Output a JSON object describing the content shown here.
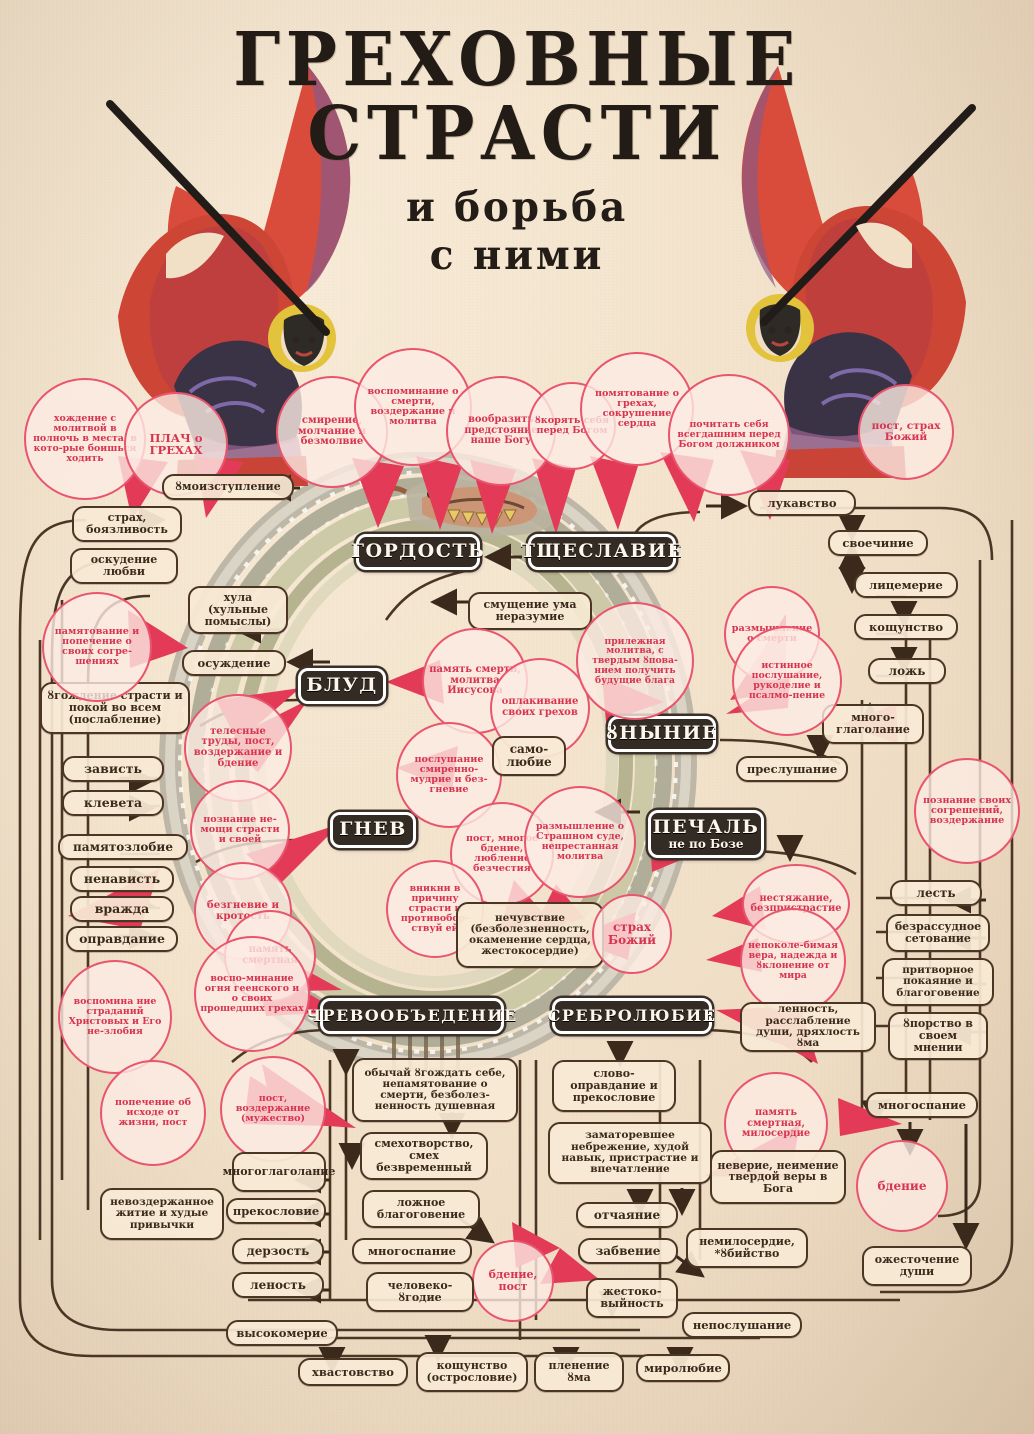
{
  "poster": {
    "title_line1": "ГРЕХОВНЫЕ",
    "title_line2": "СТРАСТИ",
    "title_line3": "и борьба",
    "title_line4": "с ними",
    "accent_red": "#d7344f",
    "wedge_red": "#e23a57",
    "ink_brown": "#4b3524",
    "paper": "#f3e3cc",
    "plaque_dark": "#332b24"
  },
  "chief_passions": [
    {
      "id": "gordost",
      "label": "ГОРДОСТЬ"
    },
    {
      "id": "tshcheslavie",
      "label": "ТЩЕСЛАВИЕ"
    },
    {
      "id": "blud",
      "label": "БЛУД"
    },
    {
      "id": "uninie",
      "label": "ȣНЫНИЕ"
    },
    {
      "id": "gnev",
      "label": "ГНЕВ"
    },
    {
      "id": "pechal",
      "label": "ПЕЧАЛЬ",
      "sub": "не по Бозе"
    },
    {
      "id": "chrevo",
      "label": "ЧРЕВООБЪЕДЕНИЕ"
    },
    {
      "id": "srebro",
      "label": "СРЕБРОЛЮБИЕ"
    }
  ],
  "remedies_top": [
    {
      "id": "r1",
      "text": "хождение с молитвой в полночь в места, в кото-рые боишься ходить"
    },
    {
      "id": "r2",
      "text": "ПЛАЧ о ГРЕХАХ"
    },
    {
      "id": "r3",
      "text": "смирение, молчание и безмолвие"
    },
    {
      "id": "r4",
      "text": "воспоминание о смерти, воздержание и молитва"
    },
    {
      "id": "r5",
      "text": "вообразить предстояние наше Богу"
    },
    {
      "id": "r6",
      "text": "ȣкорять себя перед Богом"
    },
    {
      "id": "r7",
      "text": "помятование о грехах, сокрушение сердца"
    },
    {
      "id": "r8",
      "text": "почитать себя всегдашним перед Богом должником"
    },
    {
      "id": "r9",
      "text": "пост, страх Божий"
    }
  ],
  "remedies_left": [
    {
      "id": "rl1",
      "text": "памятование и попечение о своих согре-шениях"
    },
    {
      "id": "rl2",
      "text": "телесные труды, пост, воздержание и бдение"
    },
    {
      "id": "rl3",
      "text": "познание не-мощи страсти и своей"
    },
    {
      "id": "rl4",
      "text": "безгневие и кротость"
    },
    {
      "id": "rl5",
      "text": "память смертная"
    },
    {
      "id": "rl6",
      "text": "воспо-минание огня геенского и о своих прошедших грехах"
    },
    {
      "id": "rl7",
      "text": "воспомина ние страданий Христовых и Его не-злобия"
    },
    {
      "id": "rl8",
      "text": "попечение об исходе от жизни, пост"
    },
    {
      "id": "rl9",
      "text": "пост, воздержание (мужество)"
    }
  ],
  "remedies_center": [
    {
      "id": "rc1",
      "text": "память смерти, молитва Иисусова"
    },
    {
      "id": "rc2",
      "text": "оплакивание своих грехов"
    },
    {
      "id": "rc3",
      "text": "прилежная молитва, с твердым ȣпова-нием получить будущие блага"
    },
    {
      "id": "rc4",
      "text": "послушание смиренно-мудрие и без-гневие"
    },
    {
      "id": "rc5",
      "text": "пост, многое бдение, любление безчестия"
    },
    {
      "id": "rc6",
      "text": "размышление о Страшном суде, непрестанная молитва"
    },
    {
      "id": "rc7",
      "text": "вникни в причину страсти и противобор-ствуй ей"
    },
    {
      "id": "rc8",
      "text": "страх Божий"
    }
  ],
  "remedies_right": [
    {
      "id": "rr1",
      "text": "размышление о смерти"
    },
    {
      "id": "rr2",
      "text": "истинное послушание, рукоделие и псалмо-пение"
    },
    {
      "id": "rr3",
      "text": "познание своих согрешений, воздержание"
    },
    {
      "id": "rr4",
      "text": "нестяжание, безпристрастие"
    },
    {
      "id": "rr5",
      "text": "непоколе-бимая вера, надежда и ȣклонение от мира"
    },
    {
      "id": "rr6",
      "text": "память смертная, милосердие"
    },
    {
      "id": "rr7",
      "text": "бдение"
    },
    {
      "id": "rr8",
      "text": "бдение, пост"
    }
  ],
  "symptoms": [
    {
      "id": "s01",
      "text": "ȣмоизступление"
    },
    {
      "id": "s02",
      "text": "страх, боязливость"
    },
    {
      "id": "s03",
      "text": "оскудение любви"
    },
    {
      "id": "s04",
      "text": "хула (хульные помыслы)"
    },
    {
      "id": "s05",
      "text": "осуждение"
    },
    {
      "id": "s06",
      "text": "ȣгождение страсти и покой во всем (послабление)"
    },
    {
      "id": "s07",
      "text": "зависть"
    },
    {
      "id": "s08",
      "text": "клевета"
    },
    {
      "id": "s09",
      "text": "памятозлобие"
    },
    {
      "id": "s10",
      "text": "ненависть"
    },
    {
      "id": "s11",
      "text": "вражда"
    },
    {
      "id": "s12",
      "text": "оправдание"
    },
    {
      "id": "s13",
      "text": "лукавство"
    },
    {
      "id": "s14",
      "text": "своечиние"
    },
    {
      "id": "s15",
      "text": "лицемерие"
    },
    {
      "id": "s16",
      "text": "кощунство"
    },
    {
      "id": "s17",
      "text": "ложь"
    },
    {
      "id": "s18",
      "text": "много-глаголание"
    },
    {
      "id": "s19",
      "text": "преслушание"
    },
    {
      "id": "s20",
      "text": "смущение ума неразумие"
    },
    {
      "id": "s21",
      "text": "само-любие"
    },
    {
      "id": "s22",
      "text": "нечувствие (безболезненность, окаменение сердца, жестокосердие)"
    },
    {
      "id": "s23",
      "text": "лесть"
    },
    {
      "id": "s24",
      "text": "безрассудное сетование"
    },
    {
      "id": "s25",
      "text": "притворное покаяние и благоговение"
    },
    {
      "id": "s26",
      "text": "ȣпорство в своем мнении"
    },
    {
      "id": "s27",
      "text": "ленность, расслабление души, дряхлость ȣма"
    },
    {
      "id": "s28",
      "text": "многоспание"
    },
    {
      "id": "s29",
      "text": "обычай ȣгождать себе, непамятование о смерти, безболез-ненность душевная"
    },
    {
      "id": "s30",
      "text": "смехотворство, смех безвременный"
    },
    {
      "id": "s31",
      "text": "ложное благоговение"
    },
    {
      "id": "s32",
      "text": "многоспание"
    },
    {
      "id": "s33",
      "text": "человеко-ȣгодие"
    },
    {
      "id": "s34",
      "text": "слово-оправдание и прекословие"
    },
    {
      "id": "s35",
      "text": "заматоревшее небрежение, худой навык, пристрастие и впечатление"
    },
    {
      "id": "s36",
      "text": "отчаяние"
    },
    {
      "id": "s37",
      "text": "забвение"
    },
    {
      "id": "s38",
      "text": "неверие, неимение твердой веры в Бога"
    },
    {
      "id": "s39",
      "text": "немилосердие, *ȣбийство"
    },
    {
      "id": "s40",
      "text": "жестоко-выйность"
    },
    {
      "id": "s41",
      "text": "непослушание"
    },
    {
      "id": "s42",
      "text": "миролюбие"
    },
    {
      "id": "s43",
      "text": "ожесточение души"
    },
    {
      "id": "s44",
      "text": "многоглаголание"
    },
    {
      "id": "s45",
      "text": "невоздержанное житие и худые привычки"
    },
    {
      "id": "s46",
      "text": "прекословие"
    },
    {
      "id": "s47",
      "text": "дерзость"
    },
    {
      "id": "s48",
      "text": "леность"
    },
    {
      "id": "s49",
      "text": "высокомерие"
    },
    {
      "id": "s50",
      "text": "хвастовство"
    },
    {
      "id": "s51",
      "text": "кощунство (острословие)"
    },
    {
      "id": "s52",
      "text": "пленение ȣма"
    },
    {
      "id": "s53",
      "text": "миролюбие"
    },
    {
      "id": "s54",
      "text": "многоспание"
    },
    {
      "id": "s55",
      "text": "ложное благоговение"
    },
    {
      "id": "s56",
      "text": "смехотворство, смех безвременный"
    }
  ]
}
